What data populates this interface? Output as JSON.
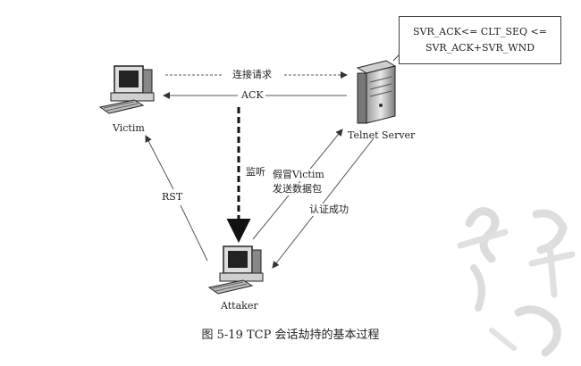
{
  "nodes": {
    "victim": "Victim",
    "server": "Telnet Server",
    "attacker": "Attaker"
  },
  "arrows": {
    "connect_request": "连接请求",
    "ack": "ACK",
    "monitor": "监听",
    "rst": "RST",
    "spoof_line1": "假冒Victim",
    "spoof_line2": "发送数据包",
    "auth_success": "认证成功"
  },
  "condition": {
    "line1": "SVR_ACK<= CLT_SEQ <=",
    "line2": "SVR_ACK+SVR_WND"
  },
  "caption": "图 5-19    TCP 会话劫持的基本过程"
}
